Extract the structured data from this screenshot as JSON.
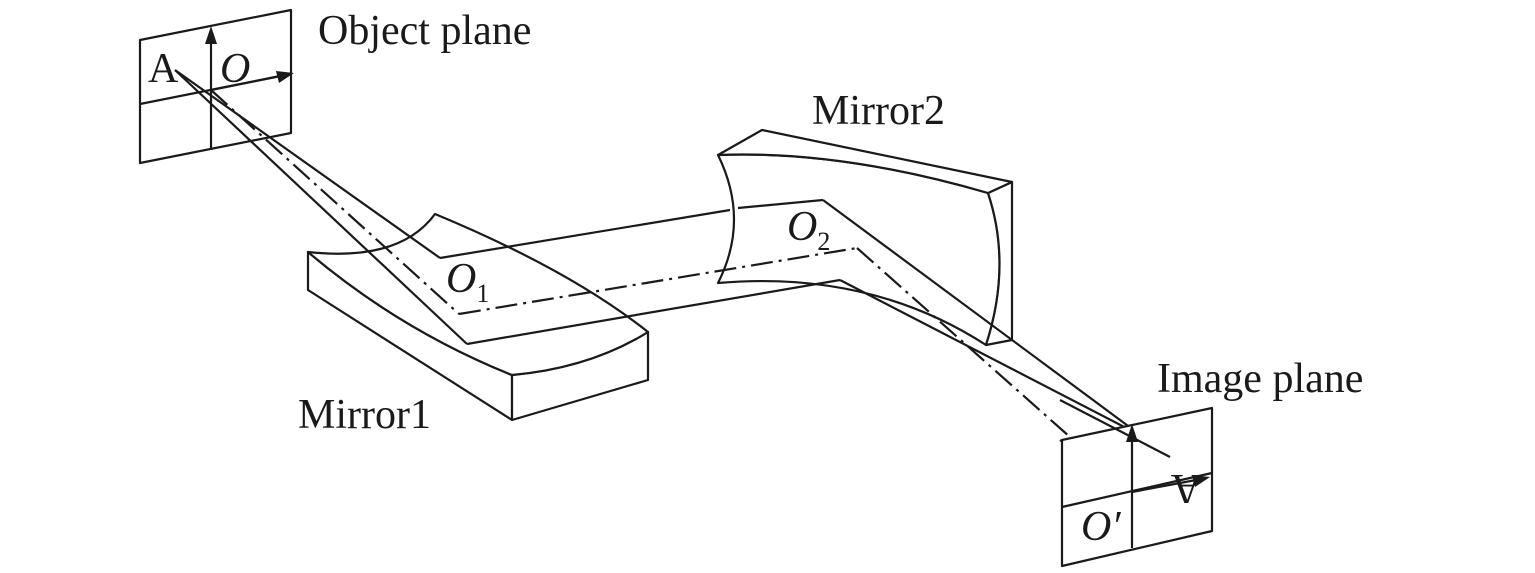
{
  "labels": {
    "object_plane": "Object plane",
    "image_plane": "Image plane",
    "mirror1": "Mirror1",
    "mirror2": "Mirror2",
    "point_a": "A",
    "point_a_inverted": "A",
    "point_o": "O",
    "point_o1": "O",
    "point_o1_sub": "1",
    "point_o2": "O",
    "point_o2_sub": "2",
    "point_o_prime": "O′"
  }
}
